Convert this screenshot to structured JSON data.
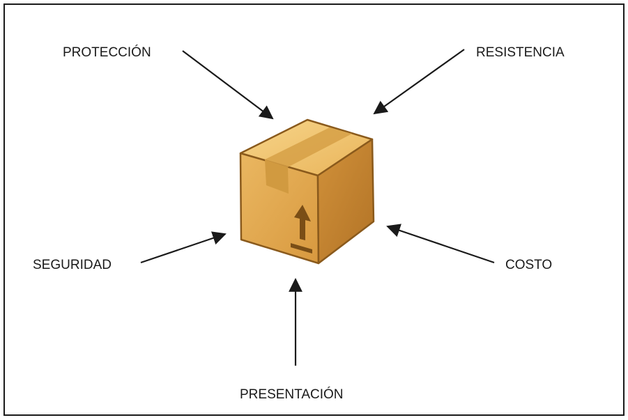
{
  "diagram": {
    "center_icon": "cardboard-box-icon",
    "arrow_color": "#1a1a1a",
    "box_colors": {
      "top": "#f2c56a",
      "front": "#e4ad52",
      "side": "#c9872c",
      "outline": "#8a5a1c",
      "tape": "#d49a3e",
      "symbol": "#7a4e16"
    },
    "labels": {
      "proteccion": "PROTECCIÓN",
      "resistencia": "RESISTENCIA",
      "seguridad": "SEGURIDAD",
      "costo": "COSTO",
      "presentacion": "PRESENTACIÓN"
    }
  }
}
